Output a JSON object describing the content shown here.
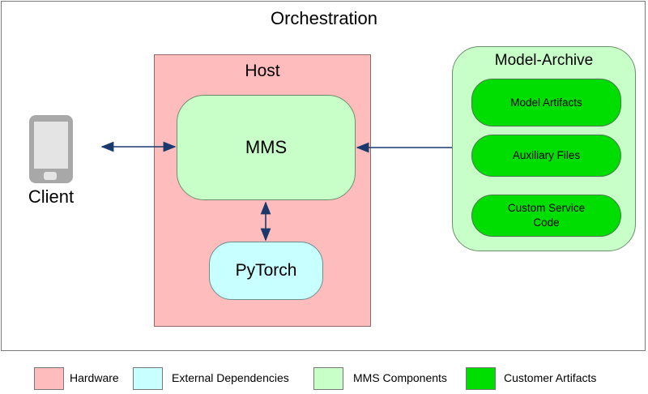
{
  "diagram": {
    "title": "Orchestration",
    "host": {
      "label": "Host"
    },
    "mms": {
      "label": "MMS"
    },
    "pytorch": {
      "label": "PyTorch"
    },
    "archive": {
      "label": "Model-Archive",
      "items": [
        "Model Artifacts",
        "Auxiliary Files",
        "Custom Service\nCode"
      ]
    },
    "client": {
      "label": "Client",
      "icon": "smartphone-icon"
    }
  },
  "legend": [
    {
      "label": "Hardware",
      "color": "#ffbcbc"
    },
    {
      "label": "External Dependencies",
      "color": "#c8ffff"
    },
    {
      "label": "MMS Components",
      "color": "#c8ffc8"
    },
    {
      "label": "Customer Artifacts",
      "color": "#00dd00"
    }
  ],
  "colors": {
    "arrow": "#1a3a6e"
  }
}
